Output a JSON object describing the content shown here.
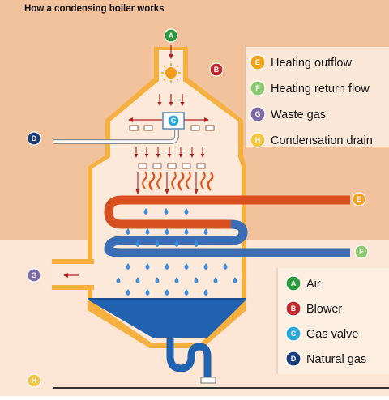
{
  "title": "How a condensing boiler works",
  "colors": {
    "bg_top": "#f2c29c",
    "bg_bottom": "#fde6d6",
    "boiler_wall": "#f6b040",
    "boiler_inner": "#fde9da",
    "hot_pipe": "#d65020",
    "cold_pipe": "#3a6db5",
    "water": "#2062b0",
    "gas_valve": "#2aa8d8"
  },
  "legend_top": [
    {
      "letter": "E",
      "label": "Heating outflow",
      "color": "#f3a318"
    },
    {
      "letter": "F",
      "label": "Heating return flow",
      "color": "#8cc970"
    },
    {
      "letter": "G",
      "label": "Waste gas",
      "color": "#7d6aa8"
    },
    {
      "letter": "H",
      "label": "Condensation drain",
      "color": "#f6c542"
    }
  ],
  "legend_bottom": [
    {
      "letter": "A",
      "label": "Air",
      "color": "#2a9a3c"
    },
    {
      "letter": "B",
      "label": "Blower",
      "color": "#c0282c"
    },
    {
      "letter": "C",
      "label": "Gas valve",
      "color": "#2aa8d8"
    },
    {
      "letter": "D",
      "label": "Natural gas",
      "color": "#183c7a"
    }
  ],
  "markers": {
    "A": {
      "letter": "A",
      "color": "#2a9a3c",
      "icon": "air-badge"
    },
    "B": {
      "letter": "B",
      "color": "#c0282c",
      "icon": "blower-badge"
    },
    "C": {
      "letter": "C",
      "color": "#2aa8d8",
      "icon": "gas-valve-badge"
    },
    "D": {
      "letter": "D",
      "color": "#183c7a",
      "icon": "natural-gas-badge"
    },
    "E": {
      "letter": "E",
      "color": "#f3a318",
      "icon": "heating-outflow-badge"
    },
    "F": {
      "letter": "F",
      "color": "#8cc970",
      "icon": "heating-return-badge"
    },
    "G": {
      "letter": "G",
      "color": "#7d6aa8",
      "icon": "waste-gas-badge"
    },
    "H": {
      "letter": "H",
      "color": "#f6c542",
      "icon": "condensation-drain-badge"
    }
  }
}
